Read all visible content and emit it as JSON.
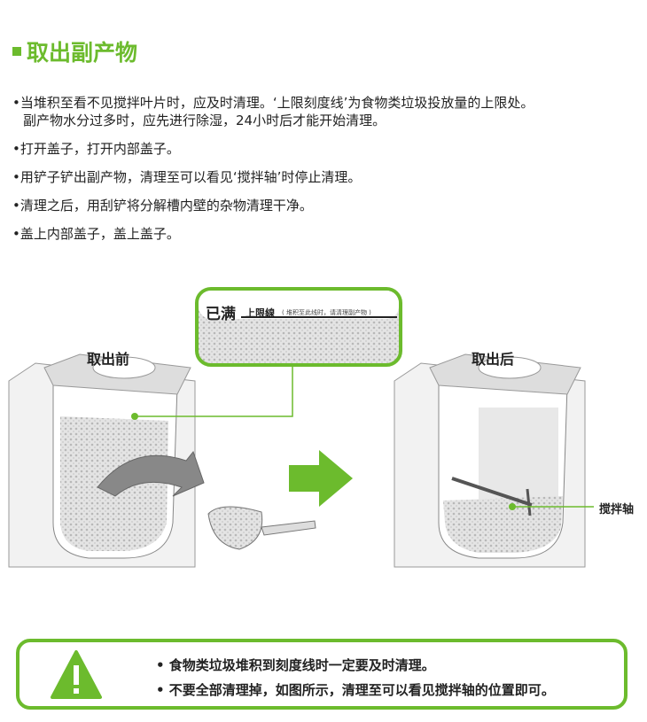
{
  "title": "取出副产物",
  "bullets": [
    "•当堆积至看不见搅拌叶片时，应及时清理。‘上限刻度线’为食物类垃圾投放量的上限处。",
    "副产物水分过多时，应先进行除湿，24小时后才能开始清理。",
    "•打开盖子，打开内部盖子。",
    "•用铲子铲出副产物，清理至可以看见‘搅拌轴’时停止清理。",
    "•清理之后，用刮铲将分解槽内壁的杂物清理干净。",
    "•盖上内部盖子，盖上盖子。"
  ],
  "illustration": {
    "before_label": "取出前",
    "after_label": "取出后",
    "full_label": "已满",
    "limit_label": "上限線",
    "limit_note": "( 堆积至此线时，请清理副产物 )",
    "shaft_label": "搅拌轴"
  },
  "warning": {
    "lines": [
      "• 食物类垃圾堆积到刻度线时一定要及时清理。",
      "• 不要全部清理掉，如图所示，清理至可以看见搅拌轴的位置即可。"
    ]
  },
  "colors": {
    "accent": "#6cbb2d"
  }
}
